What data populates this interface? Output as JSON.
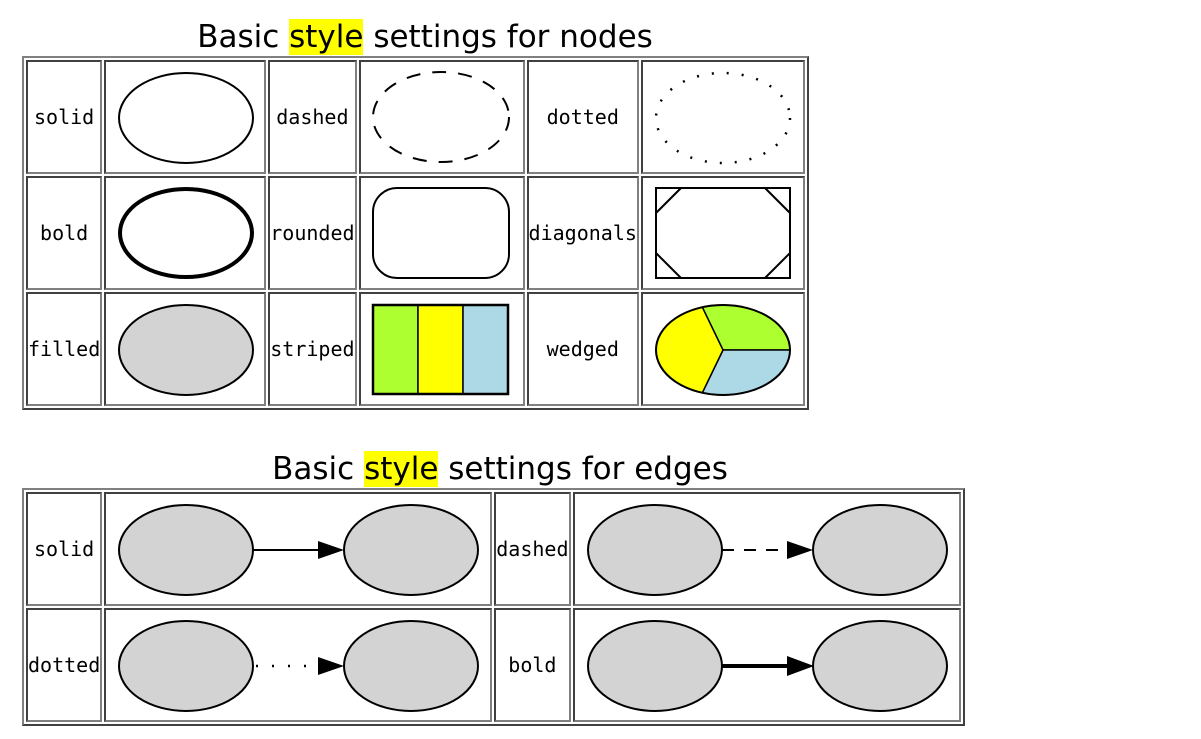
{
  "nodes": {
    "title_before": "Basic ",
    "title_highlight": "style",
    "title_after": " settings for nodes",
    "styles": [
      {
        "label": "solid"
      },
      {
        "label": "dashed"
      },
      {
        "label": "dotted"
      },
      {
        "label": "bold"
      },
      {
        "label": "rounded"
      },
      {
        "label": "diagonals"
      },
      {
        "label": "filled"
      },
      {
        "label": "striped",
        "colors": [
          "#adff2f",
          "#ffff00",
          "#add8e6"
        ]
      },
      {
        "label": "wedged",
        "colors": [
          "#adff2f",
          "#add8e6",
          "#ffff00"
        ]
      }
    ]
  },
  "edges": {
    "title_before": "Basic ",
    "title_highlight": "style",
    "title_after": " settings for edges",
    "styles": [
      {
        "label": "solid"
      },
      {
        "label": "dashed"
      },
      {
        "label": "dotted"
      },
      {
        "label": "bold"
      }
    ]
  },
  "colors": {
    "fill_gray": "#d3d3d3",
    "highlight": "#ffff00"
  }
}
